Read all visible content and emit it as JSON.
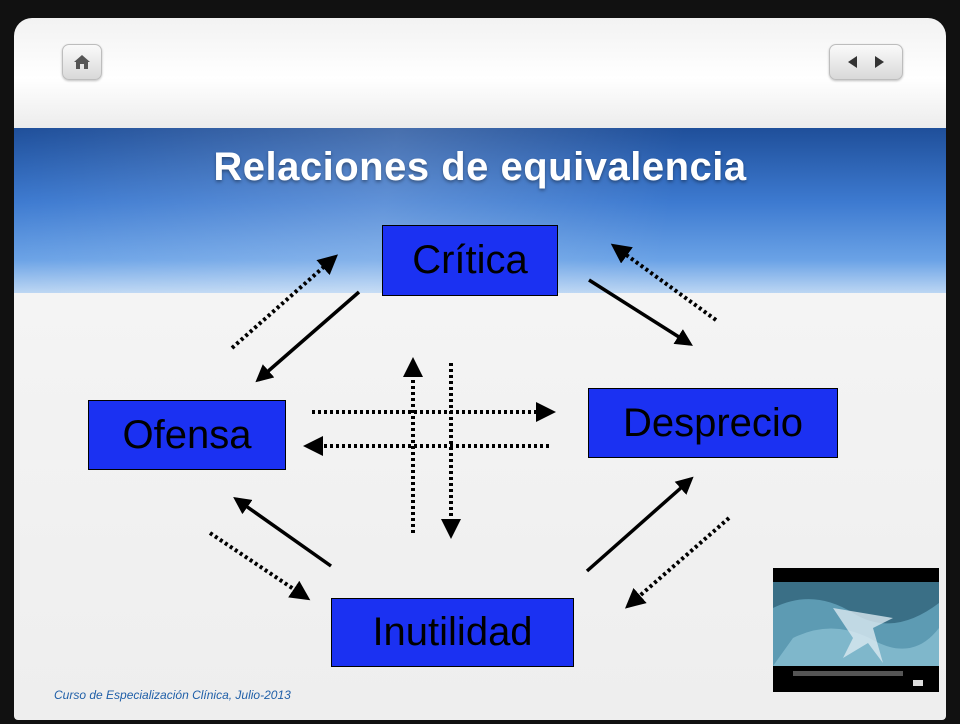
{
  "slide": {
    "title": "Relaciones de equivalencia",
    "footer": "Curso de Especialización Clínica, Julio-2013"
  },
  "nav": {
    "home_icon": "home-icon",
    "prev_icon": "triangle-left-icon",
    "next_icon": "triangle-right-icon"
  },
  "diagram": {
    "nodes": {
      "critica": "Crítica",
      "ofensa": "Ofensa",
      "desprecio": "Desprecio",
      "inutilidad": "Inutilidad"
    },
    "colors": {
      "node_fill": "#1b31f2",
      "title_band": "#3d7ad0"
    }
  },
  "media": {
    "thumbnail_icon": "video-thumbnail"
  }
}
